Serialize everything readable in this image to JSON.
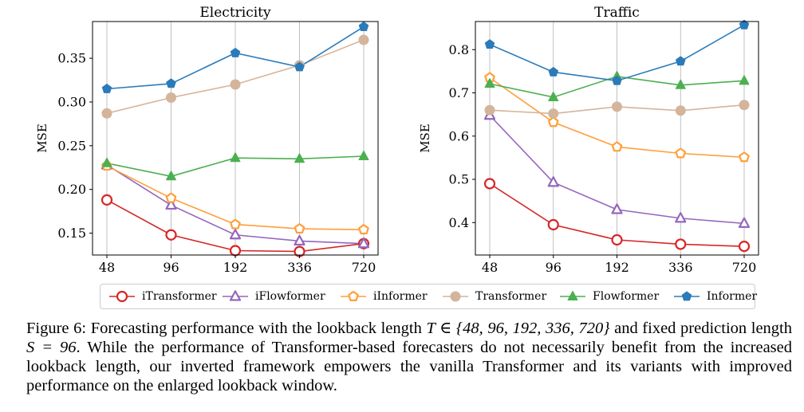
{
  "chart_data": [
    {
      "type": "line",
      "title": "Electricity",
      "xlabel": "",
      "ylabel": "MSE",
      "categories": [
        "48",
        "96",
        "192",
        "336",
        "720"
      ],
      "ylim": [
        0.125,
        0.392
      ],
      "yticks": [
        "0.15",
        "0.20",
        "0.25",
        "0.30",
        "0.35"
      ],
      "grid": "vertical",
      "series": [
        {
          "name": "iTransformer",
          "values": [
            0.188,
            0.148,
            0.13,
            0.129,
            0.138
          ]
        },
        {
          "name": "iFlowformer",
          "values": [
            0.228,
            0.182,
            0.148,
            0.141,
            0.138
          ]
        },
        {
          "name": "iInformer",
          "values": [
            0.227,
            0.19,
            0.16,
            0.155,
            0.154
          ]
        },
        {
          "name": "Transformer",
          "values": [
            0.287,
            0.305,
            0.32,
            0.342,
            0.371
          ]
        },
        {
          "name": "Flowformer",
          "values": [
            0.23,
            0.215,
            0.236,
            0.235,
            0.238
          ]
        },
        {
          "name": "Informer",
          "values": [
            0.315,
            0.321,
            0.356,
            0.34,
            0.386
          ]
        }
      ]
    },
    {
      "type": "line",
      "title": "Traffic",
      "xlabel": "",
      "ylabel": "MSE",
      "categories": [
        "48",
        "96",
        "192",
        "336",
        "720"
      ],
      "ylim": [
        0.325,
        0.865
      ],
      "yticks": [
        "0.4",
        "0.5",
        "0.6",
        "0.7",
        "0.8"
      ],
      "grid": "vertical",
      "series": [
        {
          "name": "iTransformer",
          "values": [
            0.49,
            0.395,
            0.36,
            0.35,
            0.345
          ]
        },
        {
          "name": "iFlowformer",
          "values": [
            0.648,
            0.493,
            0.43,
            0.41,
            0.398
          ]
        },
        {
          "name": "iInformer",
          "values": [
            0.735,
            0.632,
            0.575,
            0.56,
            0.551
          ]
        },
        {
          "name": "Transformer",
          "values": [
            0.66,
            0.652,
            0.668,
            0.659,
            0.672
          ]
        },
        {
          "name": "Flowformer",
          "values": [
            0.721,
            0.69,
            0.738,
            0.718,
            0.728
          ]
        },
        {
          "name": "Informer",
          "values": [
            0.812,
            0.748,
            0.728,
            0.773,
            0.857
          ]
        }
      ]
    }
  ],
  "legend": [
    {
      "name": "iTransformer",
      "color": "#d62728",
      "marker": "circle-open"
    },
    {
      "name": "iFlowformer",
      "color": "#9467bd",
      "marker": "triangle-open"
    },
    {
      "name": "iInformer",
      "color": "#ff9f3a",
      "marker": "pentagon-open"
    },
    {
      "name": "Transformer",
      "color": "#d4b49a",
      "marker": "circle-filled"
    },
    {
      "name": "Flowformer",
      "color": "#4caf50",
      "marker": "triangle-filled"
    },
    {
      "name": "Informer",
      "color": "#2b7bba",
      "marker": "pentagon-filled"
    }
  ],
  "caption": {
    "prefix": "Figure 6: Forecasting performance with the lookback length ",
    "math1": "T ∈ {48, 96, 192, 336, 720}",
    "mid": " and fixed prediction length ",
    "math2": "S = 96",
    "suffix": ". While the performance of Transformer-based forecasters do not necessarily benefit from the increased lookback length, our inverted framework empowers the vanilla Transformer and its variants with improved performance on the enlarged lookback window."
  }
}
